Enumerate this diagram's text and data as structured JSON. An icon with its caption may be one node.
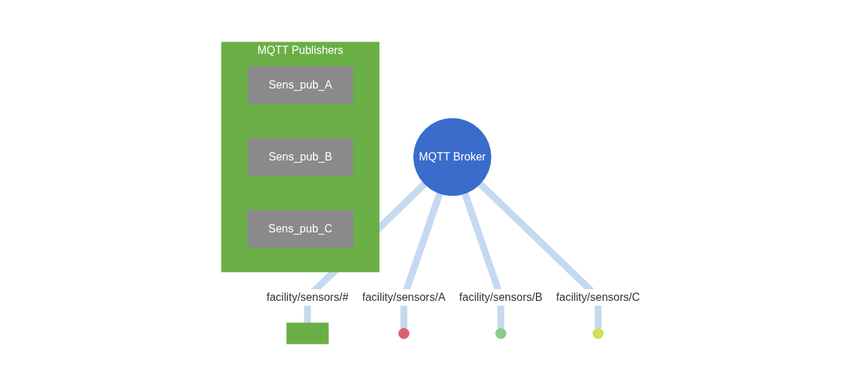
{
  "diagram": {
    "nodes": [
      {
        "text": [
          "MQTT Broker"
        ]
      },
      {
        "text": [],
        "shape": "box"
      },
      {
        "text": [
          "MQTT Publishers"
        ]
      },
      {
        "text": [
          "Sens_pub_A"
        ],
        "in": 2
      },
      {
        "text": [
          "Sens_pub_B"
        ],
        "in": 2
      },
      {
        "text": [
          "Sens_pub_C"
        ],
        "in": 2
      },
      {
        "text": [],
        "shape": "circle"
      },
      {
        "text": [],
        "shape": "circle"
      },
      {
        "text": [],
        "shape": "circle"
      }
    ],
    "edges": [
      {
        "from": 0,
        "to": 1,
        "arrow": "none",
        "label": "facility/sensors/#"
      },
      {
        "from": 0,
        "to": 6,
        "arrow": "none",
        "label": "facility/sensors/A"
      },
      {
        "from": 0,
        "to": 7,
        "arrow": "none",
        "label": "facility/sensors/B"
      },
      {
        "from": 0,
        "to": 8,
        "arrow": "none",
        "label": "facility/sensors/C"
      }
    ]
  }
}
